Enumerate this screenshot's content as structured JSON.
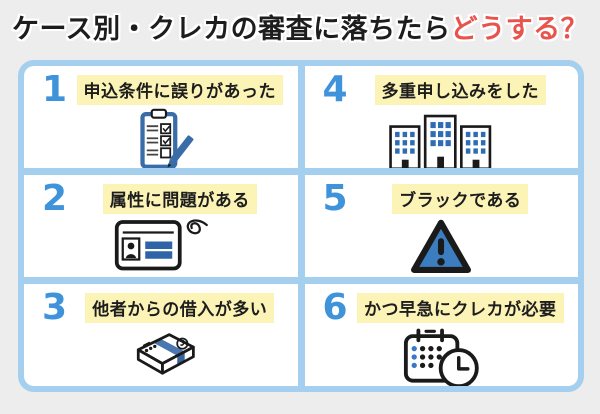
{
  "title": {
    "main": "ケース別・クレカの審査に落ちたら",
    "accent": "どうする？"
  },
  "colors": {
    "accent_red": "#e8544c",
    "number_blue": "#3f93da",
    "frame_blue": "#a5cfee",
    "highlight_yellow": "#fcf3b6",
    "icon_blue": "#3a6ca8",
    "background_gray": "#ededed"
  },
  "cells": [
    {
      "number": "1",
      "label": "申込条件に誤りがあった",
      "icon": "clipboard-checklist-icon"
    },
    {
      "number": "2",
      "label": "属性に問題がある",
      "icon": "id-card-icon"
    },
    {
      "number": "3",
      "label": "他者からの借入が多い",
      "icon": "money-bundle-icon"
    },
    {
      "number": "4",
      "label": "多重申し込みをした",
      "icon": "buildings-icon"
    },
    {
      "number": "5",
      "label": "ブラックである",
      "icon": "warning-triangle-icon"
    },
    {
      "number": "6",
      "label": "かつ早急にクレカが必要",
      "icon": "calendar-clock-icon"
    }
  ]
}
